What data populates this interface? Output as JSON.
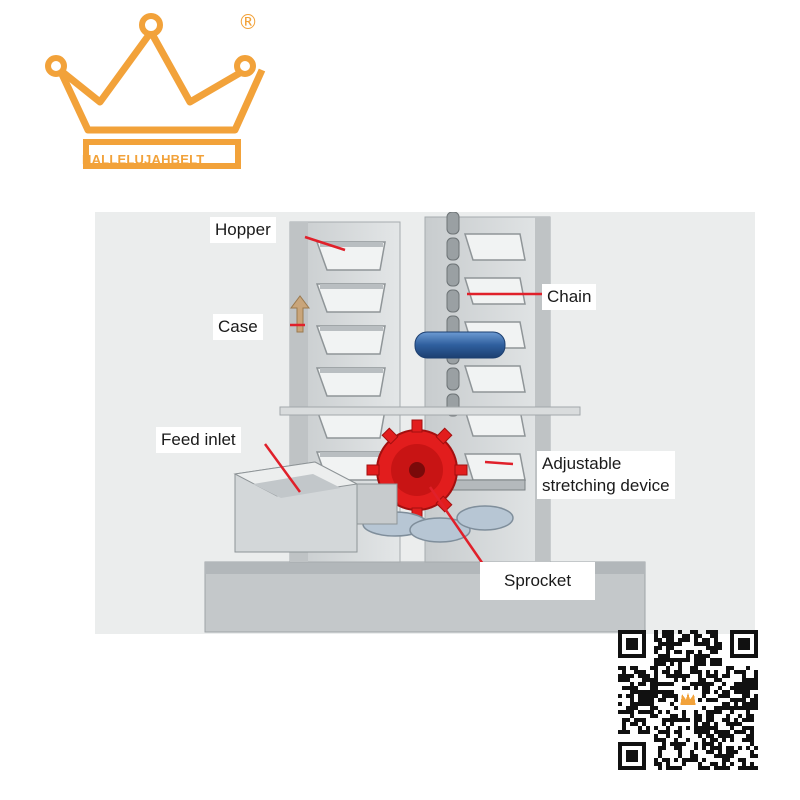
{
  "brand": {
    "name": "HALLELUJAHBELT",
    "registered_mark": "®",
    "logo_icon": "crown-icon",
    "color": "#f2a23a"
  },
  "diagram": {
    "labels": {
      "hopper": "Hopper",
      "chain": "Chain",
      "case": "Case",
      "feed_inlet": "Feed inlet",
      "adjustable": "Adjustable\nstretching device",
      "sprocket": "Sprocket"
    },
    "colors": {
      "leader_lines": "#e0202a",
      "sprocket": "#e21d1d",
      "casing": "#d4d8da",
      "roller": "#3a6fb0"
    }
  },
  "qr_code": {
    "icon": "qr-code-icon"
  }
}
